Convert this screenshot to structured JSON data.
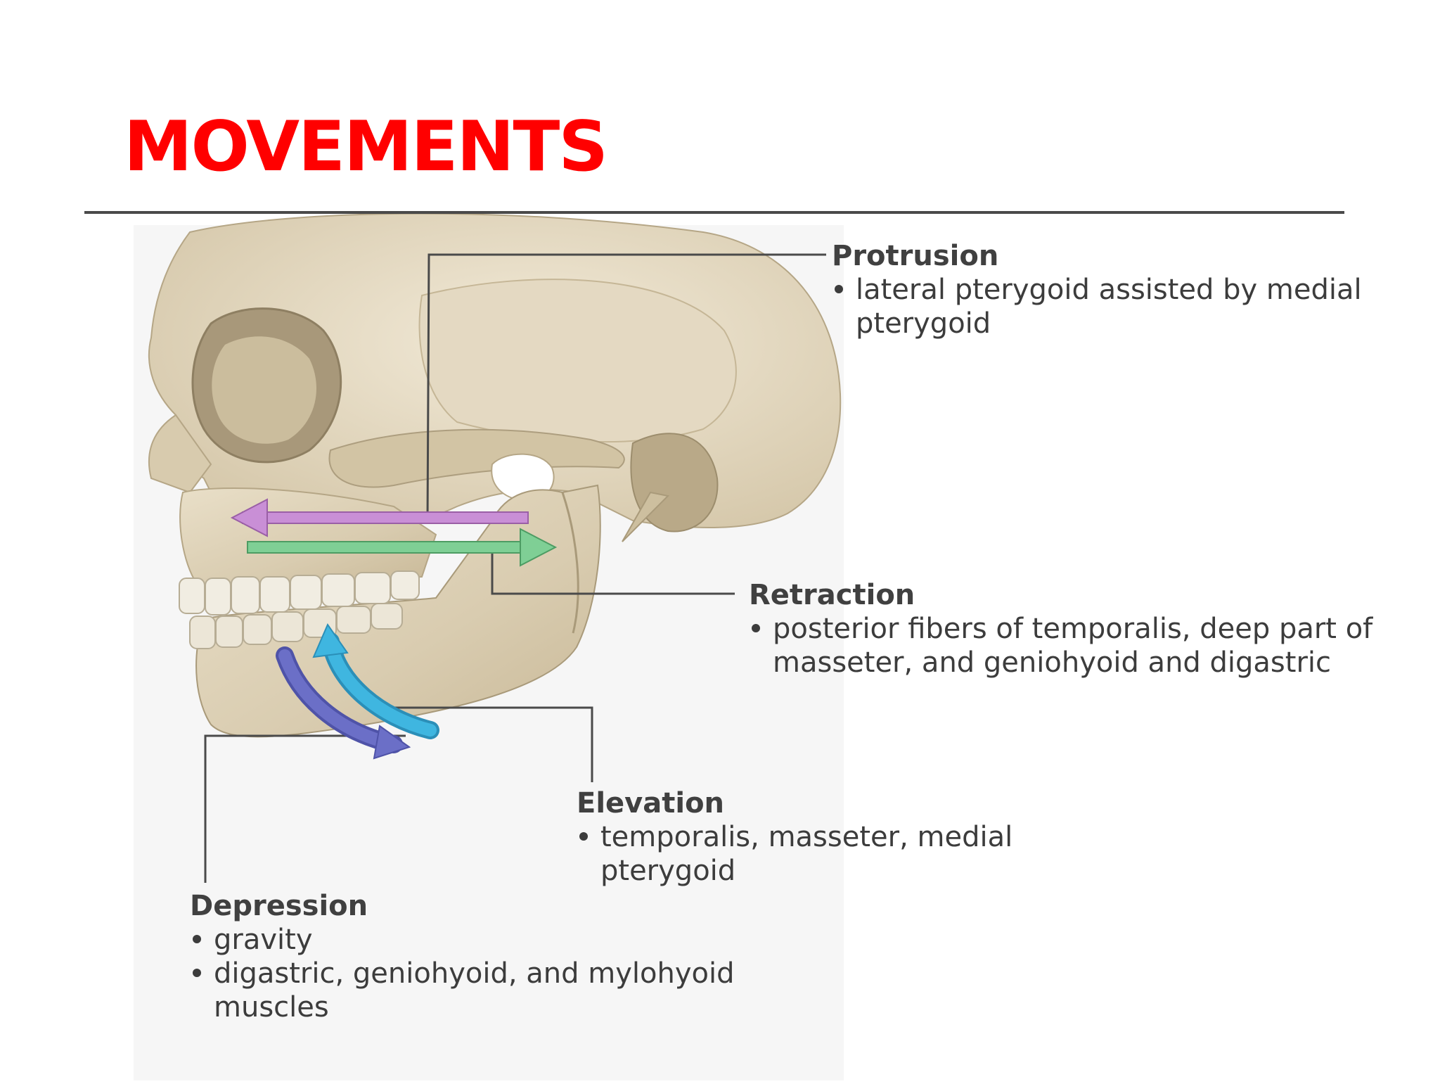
{
  "slide": {
    "title": "MOVEMENTS",
    "title_color": "#ff0000"
  },
  "labels": {
    "protrusion": {
      "heading": "Protrusion",
      "bullets": [
        "lateral pterygoid assisted by medial pterygoid"
      ]
    },
    "retraction": {
      "heading": "Retraction",
      "bullets": [
        "posterior fibers of temporalis, deep part of masseter, and geniohyoid and digastric"
      ]
    },
    "elevation": {
      "heading": "Elevation",
      "bullets": [
        "temporalis, masseter, medial pterygoid"
      ]
    },
    "depression": {
      "heading": "Depression",
      "bullets": [
        "gravity",
        "digastric, geniohyoid, and mylohyoid muscles"
      ]
    }
  },
  "arrows": {
    "protrusion_color": "#c98fd6",
    "retraction_color": "#7fcf95",
    "elevation_color": "#3fb6e0",
    "depression_color": "#6b6fc7"
  }
}
